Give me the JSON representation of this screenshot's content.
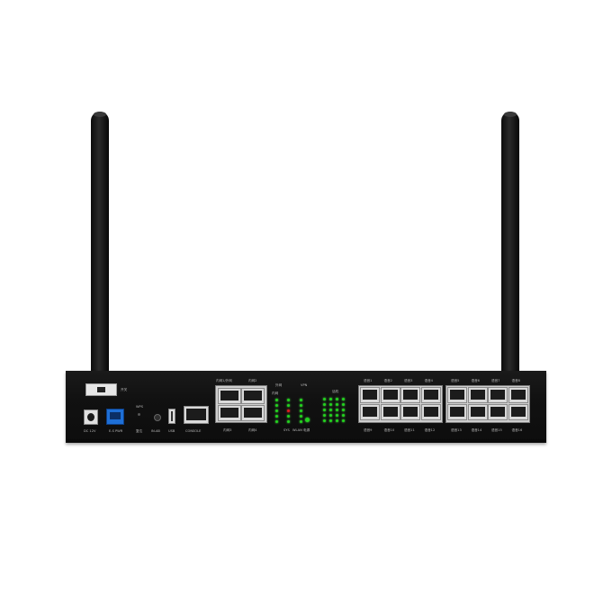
{
  "device": {
    "name": "wireless-router-rear-panel",
    "colors": {
      "chassis": "#141414",
      "port": "#d9d9d9",
      "led_green": "#22d31e",
      "led_red": "#e01c1c",
      "usb": "#1e6fd6"
    }
  },
  "labels": {
    "switch": "开关",
    "dc": "DC 12V",
    "poe": "E-S PWR",
    "wps": "WPS",
    "reset": "复位",
    "in_aux": "IN-AB",
    "usb": "USB",
    "console": "CONSOLE",
    "wan_top_1": "内网1/外网",
    "wan_top_2": "内网2",
    "lan_bot_1": "内网3",
    "lan_bot_2": "内网4",
    "status_1": "内网",
    "status_2": "外网",
    "status_3": "VPN",
    "status_sys": "SYS",
    "status_wlan": "WLAN",
    "status_power": "电源",
    "phone": "话机",
    "phone_ports_top": [
      "语音1",
      "语音2",
      "语音3",
      "语音4",
      "语音5",
      "语音6",
      "语音7",
      "语音8"
    ],
    "phone_ports_bottom": [
      "语音9",
      "语音10",
      "语音11",
      "语音12",
      "语音13",
      "语音14",
      "语音15",
      "语音16"
    ]
  }
}
